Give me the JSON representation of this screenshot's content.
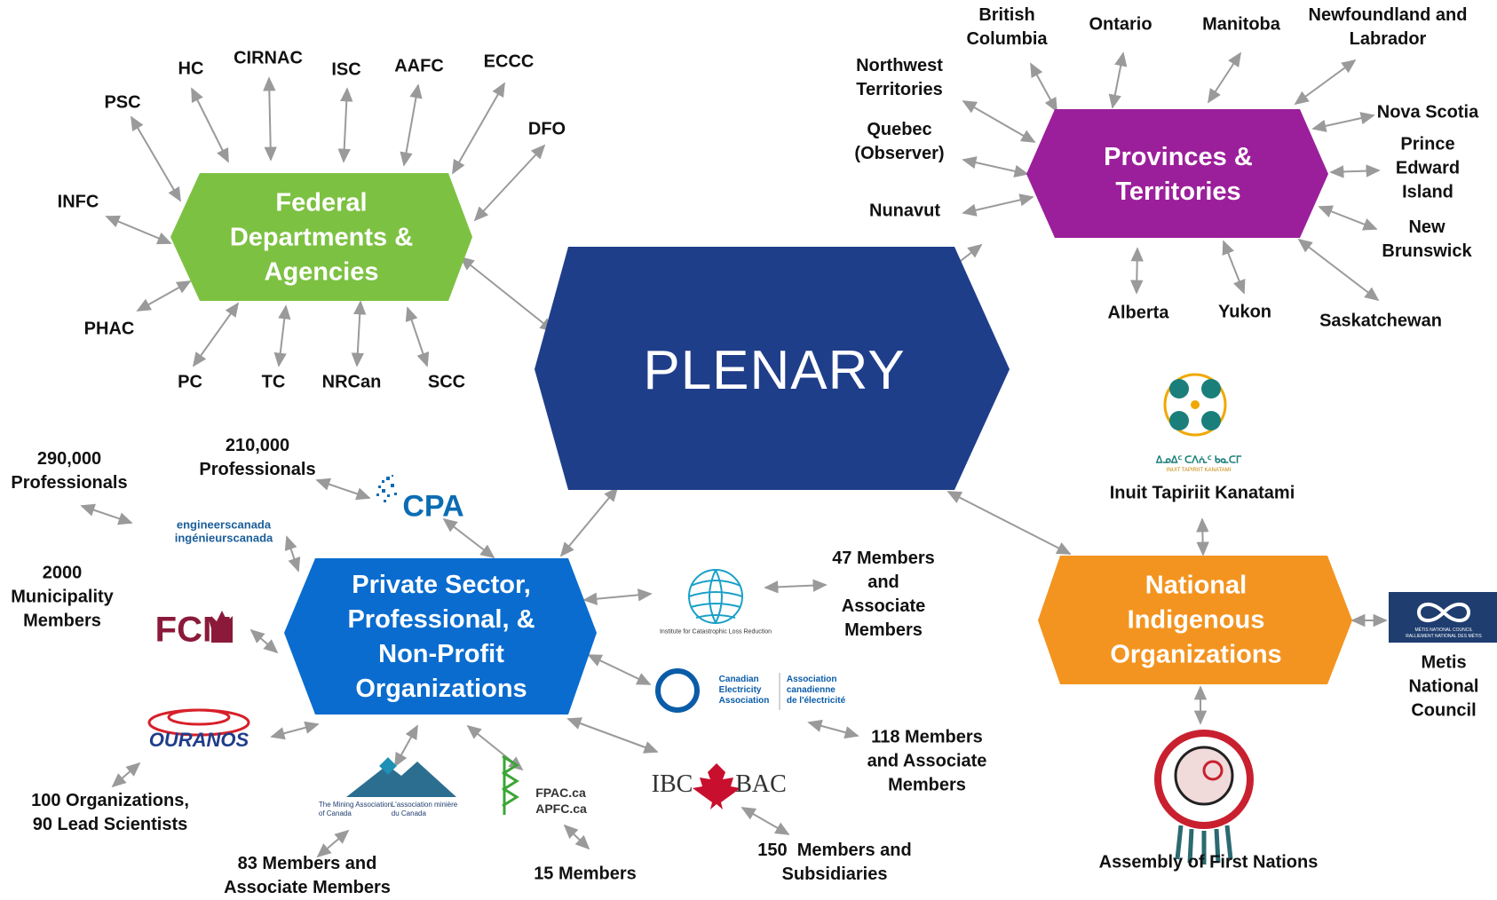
{
  "plenary": {
    "label": "PLENARY",
    "color": "#1f3e8a"
  },
  "federal": {
    "label": "Federal\nDepartments &\nAgencies",
    "color": "#7dc142",
    "members": [
      "PSC",
      "HC",
      "CIRNAC",
      "ISC",
      "AAFC",
      "ECCC",
      "DFO",
      "INFC",
      "PHAC",
      "PC",
      "TC",
      "NRCan",
      "SCC"
    ]
  },
  "provinces": {
    "label": "Provinces &\nTerritories",
    "color": "#9b1f9a",
    "members": [
      "British\nColumbia",
      "Ontario",
      "Manitoba",
      "Newfoundland and\nLabrador",
      "Northwest\nTerritories",
      "Nova Scotia",
      "Quebec\n(Observer)",
      "Prince\nEdward\nIsland",
      "Nunavut",
      "New\nBrunswick",
      "Alberta",
      "Yukon",
      "Saskatchewan"
    ]
  },
  "private": {
    "label": "Private Sector,\nProfessional, &\nNon-Profit\nOrganizations",
    "color": "#0a6ccf",
    "member_counts": [
      "290,000\nProfessionals",
      "210,000\nProfessionals",
      "2000\nMunicipality\nMembers",
      "47 Members\nand\nAssociate\nMembers",
      "118 Members\nand Associate\nMembers",
      "100 Organizations,\n90 Lead Scientists",
      "83 Members and\nAssociate Members",
      "15 Members",
      "150  Members and\nSubsidiaries"
    ],
    "logos": {
      "engineers": [
        "engineerscanada",
        "ingénieurscanada"
      ],
      "cpa": "CPA",
      "fcm": "FCM",
      "iclr": "Institute for Catastrophic Loss Reduction",
      "cea_en": "Canadian\nElectricity\nAssociation",
      "cea_fr": "Association\ncanadienne\nde l'électricité",
      "ouranos": "OURANOS",
      "mining_en": "The Mining Association\nof Canada",
      "mining_fr": "L'association minière\ndu Canada",
      "fpac": "FPAC.ca\nAPFC.ca",
      "ibc": "IBC",
      "bac": "BAC"
    }
  },
  "indigenous": {
    "label": "National\nIndigenous\nOrganizations",
    "color": "#f39420",
    "members": [
      "Inuit Tapiriit Kanatami",
      "Metis\nNational\nCouncil",
      "Assembly of First Nations"
    ],
    "logos": {
      "itk_syllabics": "ᐃᓄᐃᑦ ᑕᐱᕇᑦ ᑲᓇᑕᒥ",
      "itk_small": "INUIT TAPIRIIT KANATAMI",
      "mnc_en": "MÉTIS NATIONAL COUNCIL",
      "mnc_fr": "RALLIEMENT NATIONAL DES MÉTIS"
    }
  },
  "colors": {
    "arrow": "#9a9a9a",
    "text": "#111111"
  }
}
